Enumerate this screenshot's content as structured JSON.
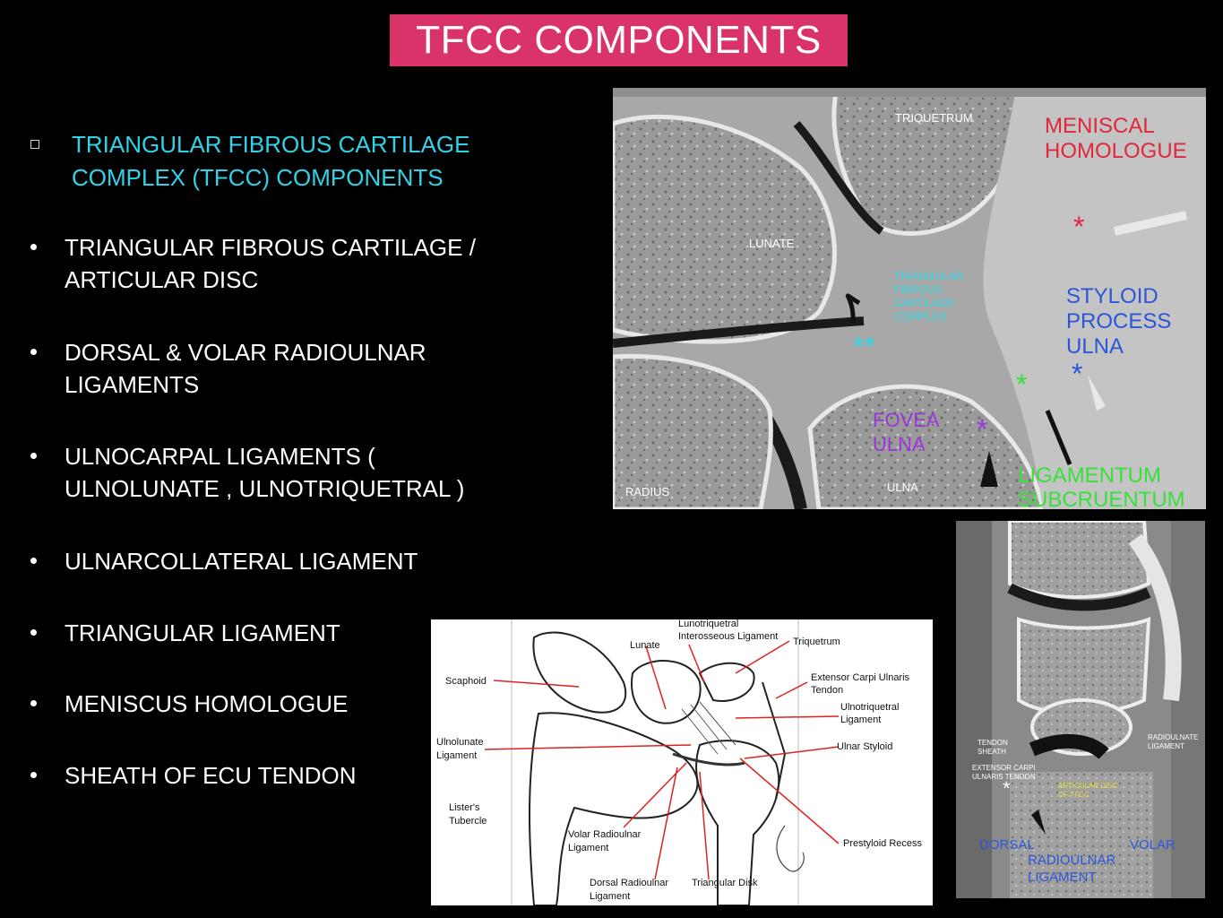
{
  "title": "TFCC COMPONENTS",
  "heading": {
    "line1": "TRIANGULAR FIBROUS CARTILAGE",
    "line2": "COMPLEX  (TFCC) COMPONENTS"
  },
  "bullets": [
    {
      "line1": "TRIANGULAR FIBROUS CARTILAGE  /",
      "line2": "ARTICULAR DISC"
    },
    {
      "line1": "DORSAL & VOLAR RADIOULNAR",
      "line2": "LIGAMENTS"
    },
    {
      "line1": "ULNOCARPAL LIGAMENTS (",
      "line2": "ULNOLUNATE , ULNOTRIQUETRAL )"
    },
    {
      "line1": "ULNARCOLLATERAL LIGAMENT",
      "line2": ""
    },
    {
      "line1": "TRIANGULAR LIGAMENT",
      "line2": ""
    },
    {
      "line1": "MENISCUS HOMOLOGUE",
      "line2": ""
    },
    {
      "line1": "SHEATH OF ECU TENDON",
      "line2": ""
    }
  ],
  "photo_top": {
    "triquetrum": "TRIQUETRUM",
    "lunate": "LUNATE",
    "radius": "RADIUS",
    "ulna": "ULNA",
    "meniscal1": "MENISCAL",
    "meniscal2": "HOMOLOGUE",
    "tfcc1": "TRIANGULAR",
    "tfcc2": "FIBROUS",
    "tfcc3": "CARTILAGE",
    "tfcc4": "COMPLEX",
    "styloid1": "STYLOID",
    "styloid2": "PROCESS",
    "styloid3": "ULNA",
    "fovea1": "FOVEA",
    "fovea2": "ULNA",
    "lig1": "LIGAMENTUM",
    "lig2": "SUBCRUENTUM",
    "star": "*",
    "dstar": "**",
    "colors": {
      "red": "#e0283c",
      "cyan": "#2fd8e8",
      "blue": "#2b56d8",
      "purple": "#9b36d8",
      "green": "#39e03c"
    }
  },
  "diagram": {
    "lunotriq1": "Lunotriquetral",
    "lunotriq2": "Interosseous Ligament",
    "lunate": "Lunate",
    "triquetrum": "Triquetrum",
    "scaphoid": "Scaphoid",
    "ecu1": "Extensor Carpi Ulnaris",
    "ecu2": "Tendon",
    "ulnotriq1": "Ulnotriquetral",
    "ulnotriq2": "Ligament",
    "ulnolunate1": "Ulnolunate",
    "ulnolunate2": "Ligament",
    "ulnarstyloid": "Ulnar Styloid",
    "listers1": "Lister's",
    "listers2": "Tubercle",
    "volar1": "Volar Radioulnar",
    "volar2": "Ligament",
    "prestyloid": "Prestyloid Recess",
    "dorsal1": "Dorsal Radioulnar",
    "dorsal2": "Ligament",
    "disk": "Triangular Disk"
  },
  "photo_side": {
    "tendon1": "TENDON",
    "tendon2": "SHEATH",
    "ecu1": "EXTENSOR CARPI",
    "ecu2": "ULNARIS TENDON",
    "radioulnar1": "RADIOULNATE",
    "radioulnar2": "LIGAMENT",
    "disc1": "ARTICULAR DISC",
    "disc2": "OF TFCC",
    "dorsal": "DORSAL",
    "volar": "VOLAR",
    "rul1": "RADIOULNAR",
    "rul2": "LIGAMENT",
    "star": "*"
  }
}
